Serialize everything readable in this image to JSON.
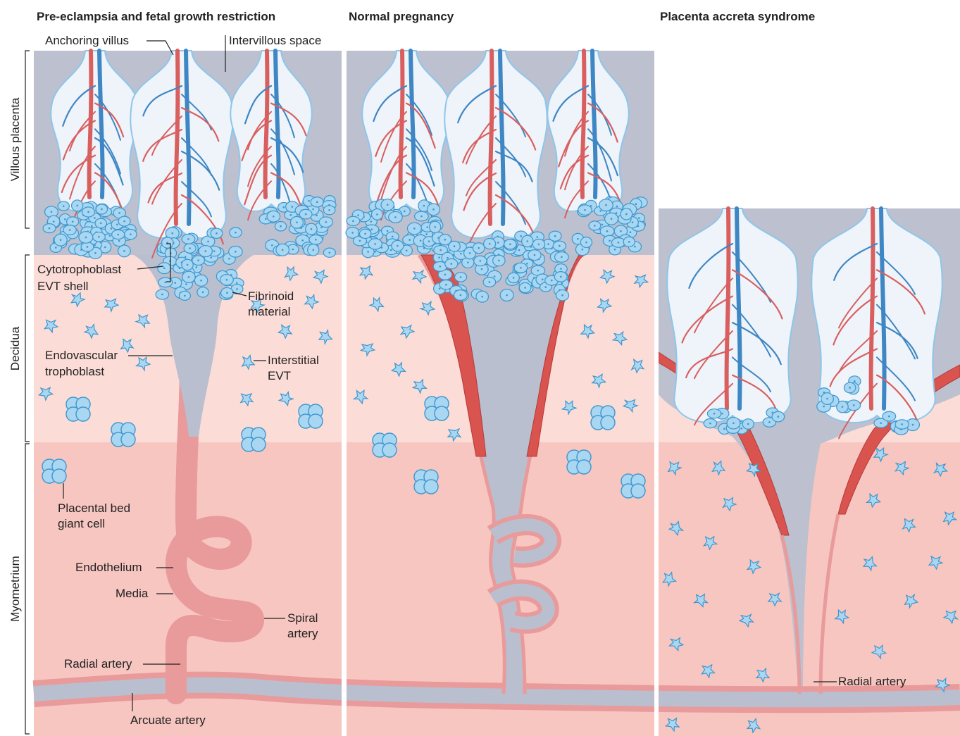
{
  "titles": {
    "left": "Pre-eclampsia and fetal growth restriction",
    "middle": "Normal pregnancy",
    "right": "Placenta accreta syndrome"
  },
  "regions": {
    "villous": "Villous placenta",
    "decidua": "Decidua",
    "myometrium": "Myometrium"
  },
  "labels": {
    "anchoring_villus": "Anchoring villus",
    "intervillous_space": "Intervillous space",
    "cytotrophoblast": "Cytotrophoblast",
    "evt_shell": "EVT shell",
    "fibrinoid_1": "Fibrinoid",
    "fibrinoid_2": "material",
    "endovascular_1": "Endovascular",
    "endovascular_2": "trophoblast",
    "interstitial_1": "Interstitial",
    "interstitial_2": "EVT",
    "giant_1": "Placental bed",
    "giant_2": "giant cell",
    "endothelium": "Endothelium",
    "media": "Media",
    "spiral_1": "Spiral",
    "spiral_2": "artery",
    "radial_left": "Radial artery",
    "arcuate": "Arcuate artery",
    "radial_right": "Radial artery"
  },
  "colors": {
    "intervillous": "#bcc0cf",
    "decidua": "#fbdcd7",
    "myometrium": "#f7c6c1",
    "artery": "#d95f5f",
    "vein": "#3e86c4",
    "trophoblast": "#a9d6f1"
  }
}
